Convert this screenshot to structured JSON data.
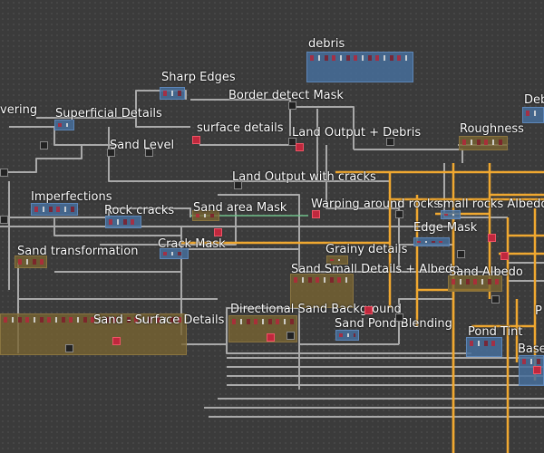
{
  "frames": [
    {
      "id": "debris",
      "label": "debris",
      "color": "blue"
    },
    {
      "id": "sharp-edges",
      "label": "Sharp Edges",
      "color": "blue"
    },
    {
      "id": "border-detect-mask",
      "label": "Border detect Mask",
      "color": "none"
    },
    {
      "id": "debris-right",
      "label": "Debr",
      "color": "blue"
    },
    {
      "id": "layering",
      "label": "vering",
      "color": "none"
    },
    {
      "id": "superficial-details",
      "label": "Superficial Details",
      "color": "blue"
    },
    {
      "id": "surface-details",
      "label": "surface details",
      "color": "none"
    },
    {
      "id": "land-output-debris",
      "label": "Land Output + Debris",
      "color": "none"
    },
    {
      "id": "roughness",
      "label": "Roughness",
      "color": "brown"
    },
    {
      "id": "sand-level",
      "label": "Sand Level",
      "color": "none"
    },
    {
      "id": "land-output-cracks",
      "label": "Land Output with cracks",
      "color": "none"
    },
    {
      "id": "imperfections",
      "label": "Imperfections",
      "color": "blue"
    },
    {
      "id": "rock-cracks",
      "label": "Rock cracks",
      "color": "blue"
    },
    {
      "id": "sand-area-mask",
      "label": "Sand area Mask",
      "color": "none"
    },
    {
      "id": "warping-around-rocks",
      "label": "Warping around rocks",
      "color": "none"
    },
    {
      "id": "small-rocks-albedo",
      "label": "small rocks Albedo",
      "color": "none"
    },
    {
      "id": "edge-mask",
      "label": "Edge Mask",
      "color": "none"
    },
    {
      "id": "crack-mask",
      "label": "Crack Mask",
      "color": "none"
    },
    {
      "id": "sand-transformation",
      "label": "Sand transformation",
      "color": "brown"
    },
    {
      "id": "grainy-details",
      "label": "Grainy details",
      "color": "none"
    },
    {
      "id": "sand-small-details-albedo",
      "label": "Sand Small Details + Albedo",
      "color": "brown"
    },
    {
      "id": "sand-albedo",
      "label": "Sand Albedo",
      "color": "brown"
    },
    {
      "id": "sand-surface-details",
      "label": "Sand - Surface Details",
      "color": "brown"
    },
    {
      "id": "directional-sand-background",
      "label": "Directional Sand Background",
      "color": "none"
    },
    {
      "id": "sand-pond-blending",
      "label": "Sand Pond Blending",
      "color": "none"
    },
    {
      "id": "pond-tint",
      "label": "Pond Tint",
      "color": "blue"
    },
    {
      "id": "base",
      "label": "Base",
      "color": "blue"
    },
    {
      "id": "right-edge-p",
      "label": "P",
      "color": "none"
    }
  ],
  "colors": {
    "background": "#3b3b3b",
    "wire": "#a9a9a9",
    "wire_highlight": "#f0a830",
    "wire_green": "#6fc08a",
    "frame_blue": "#466e9b",
    "frame_brown": "#786432",
    "node_red": "#c0283d"
  }
}
